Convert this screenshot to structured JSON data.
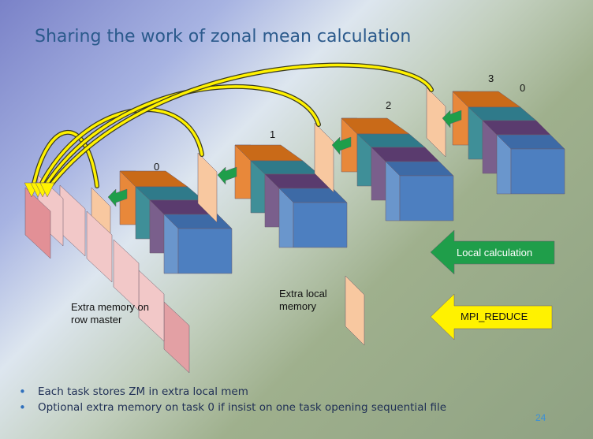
{
  "slide": {
    "title": "Sharing the work of zonal mean calculation",
    "page_number": "24"
  },
  "diagram": {
    "task_labels": [
      "0",
      "1",
      "2",
      "3"
    ],
    "task3_extra_label": "0",
    "extra_memory_label_line1": "Extra memory on",
    "extra_memory_label_line2": "row master",
    "extra_local_label_line1": "Extra local",
    "extra_local_label_line2": "memory",
    "legend": {
      "local_calculation": "Local calculation",
      "mpi_reduce": "MPI_REDUCE"
    },
    "colors": {
      "block_front": "#4d7fc0",
      "block_top_orange": "#c96a18",
      "block_orange_face": "#e8883a",
      "block_teal": "#2f7a8a",
      "block_purple": "#5a3b6e",
      "extra_local_memory": "#f8c8a0",
      "extra_row_memory": "#e3a0a4",
      "local_calculation_arrow": "#1f9e4a",
      "mpi_reduce_arrow": "#fff200"
    }
  },
  "bullets": [
    "Each task stores ZM in extra local mem",
    "Optional extra memory on task 0 if insist on one task opening sequential file"
  ]
}
